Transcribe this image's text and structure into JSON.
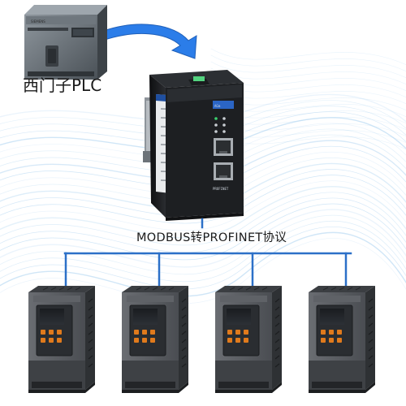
{
  "labels": {
    "plc_caption": "西门子PLC",
    "protocol_caption": "MODBUS转PROFINET协议",
    "gateway_port_label": "PROFINET",
    "gateway_logo": "AGm",
    "plc_brand": "SIEMENS"
  },
  "colors": {
    "arrow": "#2b7de9",
    "bus": "#2c70c8",
    "wave": "#8fc3ec",
    "gateway_body": "#1d1f22",
    "drive_body": "#55585d",
    "drive_button": "#e07a1c",
    "led_green": "#3bd16f"
  },
  "icons": {
    "plc": "siemens-plc-icon",
    "gateway": "protocol-gateway-icon",
    "drive": "soft-starter-drive-icon",
    "arrow": "curved-arrow-icon"
  },
  "drive_count": 4
}
